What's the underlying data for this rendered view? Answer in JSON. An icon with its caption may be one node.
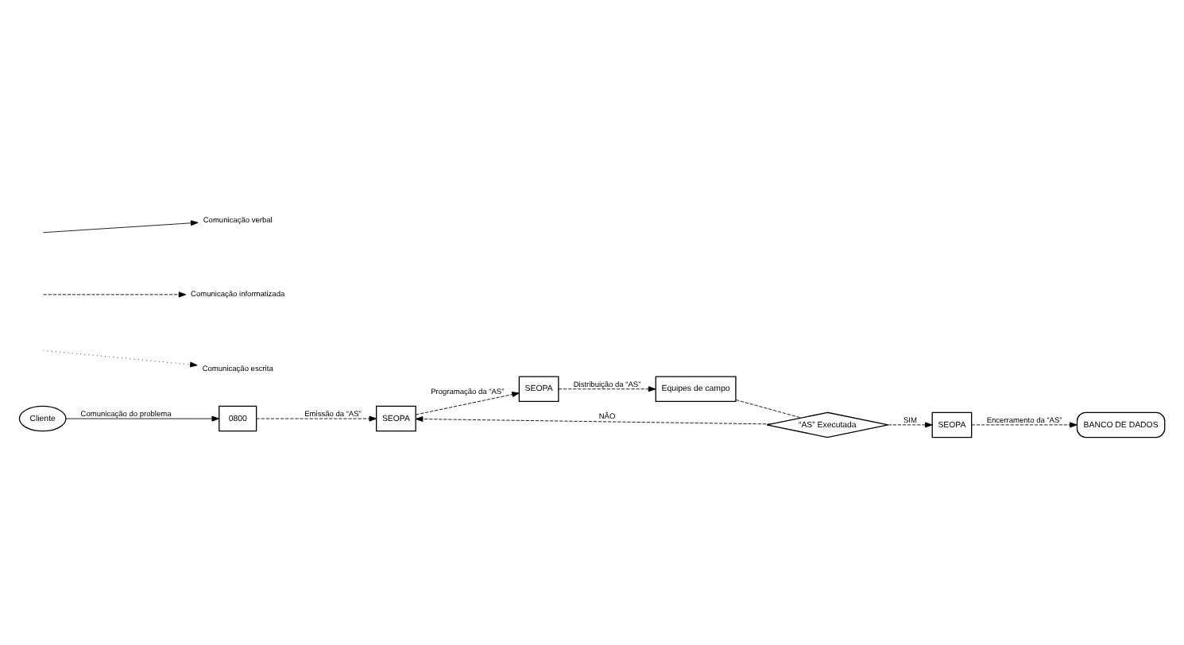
{
  "diagram": {
    "nodes": [
      {
        "text": [
          "Cliente"
        ]
      },
      {
        "text": [
          "0800"
        ]
      },
      {
        "text": [
          "SEOPA"
        ]
      },
      {
        "text": [
          "SEOPA"
        ]
      },
      {
        "text": [
          "Equipes de campo"
        ]
      },
      {
        "text": [
          "“AS” Executada"
        ]
      },
      {
        "text": [
          "SEOPA"
        ]
      },
      {
        "text": [
          "BANCO DE DADOS"
        ]
      }
    ],
    "edges": [
      {
        "from": 0,
        "to": 1,
        "arrow": "to",
        "label": "Comunicação do problema"
      },
      {
        "from": 1,
        "to": 2,
        "arrow": "to",
        "label": "Emissão da “AS”",
        "style": "dashed"
      },
      {
        "from": 2,
        "to": 3,
        "arrow": "to",
        "label": "Programação da “AS”",
        "style": "dashed"
      },
      {
        "from": 3,
        "to": 4,
        "arrow": "to",
        "label": "Distribuição da “AS”",
        "style": "dashed"
      },
      {
        "from": 4,
        "to": 5,
        "arrow": "none",
        "style": "dashed"
      },
      {
        "from": 5,
        "to": 6,
        "arrow": "to",
        "label": "SIM",
        "style": "dashed"
      },
      {
        "from": 5,
        "to": 2,
        "arrow": "to",
        "label": "NÃO",
        "style": "dashed"
      },
      {
        "from": 6,
        "to": 7,
        "arrow": "to",
        "label": "Encerramento da “AS”",
        "style": "dashed"
      }
    ],
    "legend": [
      {
        "text": "Comunicação verbal"
      },
      {
        "text": "Comunicação informatizada"
      },
      {
        "text": "Comunicação escrita"
      }
    ]
  }
}
